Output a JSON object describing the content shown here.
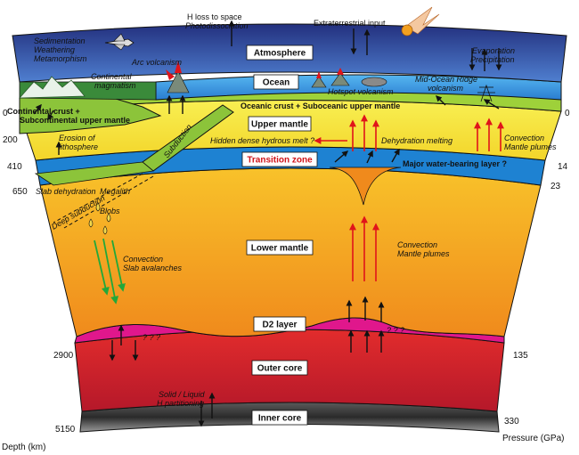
{
  "labels": {
    "h_loss": "H loss to space",
    "photodissociation": "Photodissociation",
    "extraterrestrial": "Extraterrestrial input",
    "sedimentation": "Sedimentation",
    "weathering": "Weathering",
    "metamorphism": "Metamorphism",
    "arc_volcanism": "Arc volcanism",
    "continental": "Continental",
    "magmatism": "magmatism",
    "evaporation": "Evaporation",
    "precipitation": "Precipitation",
    "hotspot": "Hotspot volcanism",
    "mor1": "Mid-Ocean Ridge",
    "mor2": "volcanism",
    "cont_crust1": "Continental crust +",
    "cont_crust2": "Subcontinental upper mantle",
    "ocean_crust": "Oceanic crust + Suboceanic upper mantle",
    "erosion1": "Erosion of",
    "erosion2": "lithosphere",
    "subduction": "Subduction",
    "hidden_melt": "Hidden dense hydrous melt ?",
    "dehydration_melting": "Dehydration melting",
    "convection": "Convection",
    "mantle_plumes": "Mantle plumes",
    "water_layer": "Major water-bearing layer ?",
    "slab_dehydration": "Slab dehydration",
    "megalith": "Megalith",
    "deep_subduction": "Deep subduction",
    "blobs": "Blobs",
    "slab_avalanches": "Slab avalanches",
    "qmarks": "? ? ?",
    "solid_liquid": "Solid / Liquid",
    "h_partitioning": "H partitioning"
  },
  "boxes": {
    "atmosphere": "Atmosphere",
    "ocean": "Ocean",
    "upper_mantle": "Upper mantle",
    "transition_zone": "Transition zone",
    "lower_mantle": "Lower mantle",
    "d2_layer": "D2 layer",
    "outer_core": "Outer core",
    "inner_core": "Inner core"
  },
  "depth_axis": {
    "title": "Depth (km)",
    "ticks": [
      "0",
      "200",
      "410",
      "650",
      "2900",
      "5150"
    ]
  },
  "pressure_axis": {
    "title": "Pressure (GPa)",
    "ticks": [
      "0",
      "14",
      "23",
      "135",
      "330"
    ]
  },
  "colors": {
    "atmosphere": "#2a3ea0",
    "ocean": "#2f8ad8",
    "crust_green": "#9ed13a",
    "upper_mantle": "#f2e233",
    "transition_zone": "#1e82d2",
    "lower_mantle": "#f5a21e",
    "d2_layer": "#e0178c",
    "outer_core": "#d8232a",
    "inner_core": "#333333",
    "red_arrow": "#e0141a",
    "green_arrow": "#22a83a"
  }
}
